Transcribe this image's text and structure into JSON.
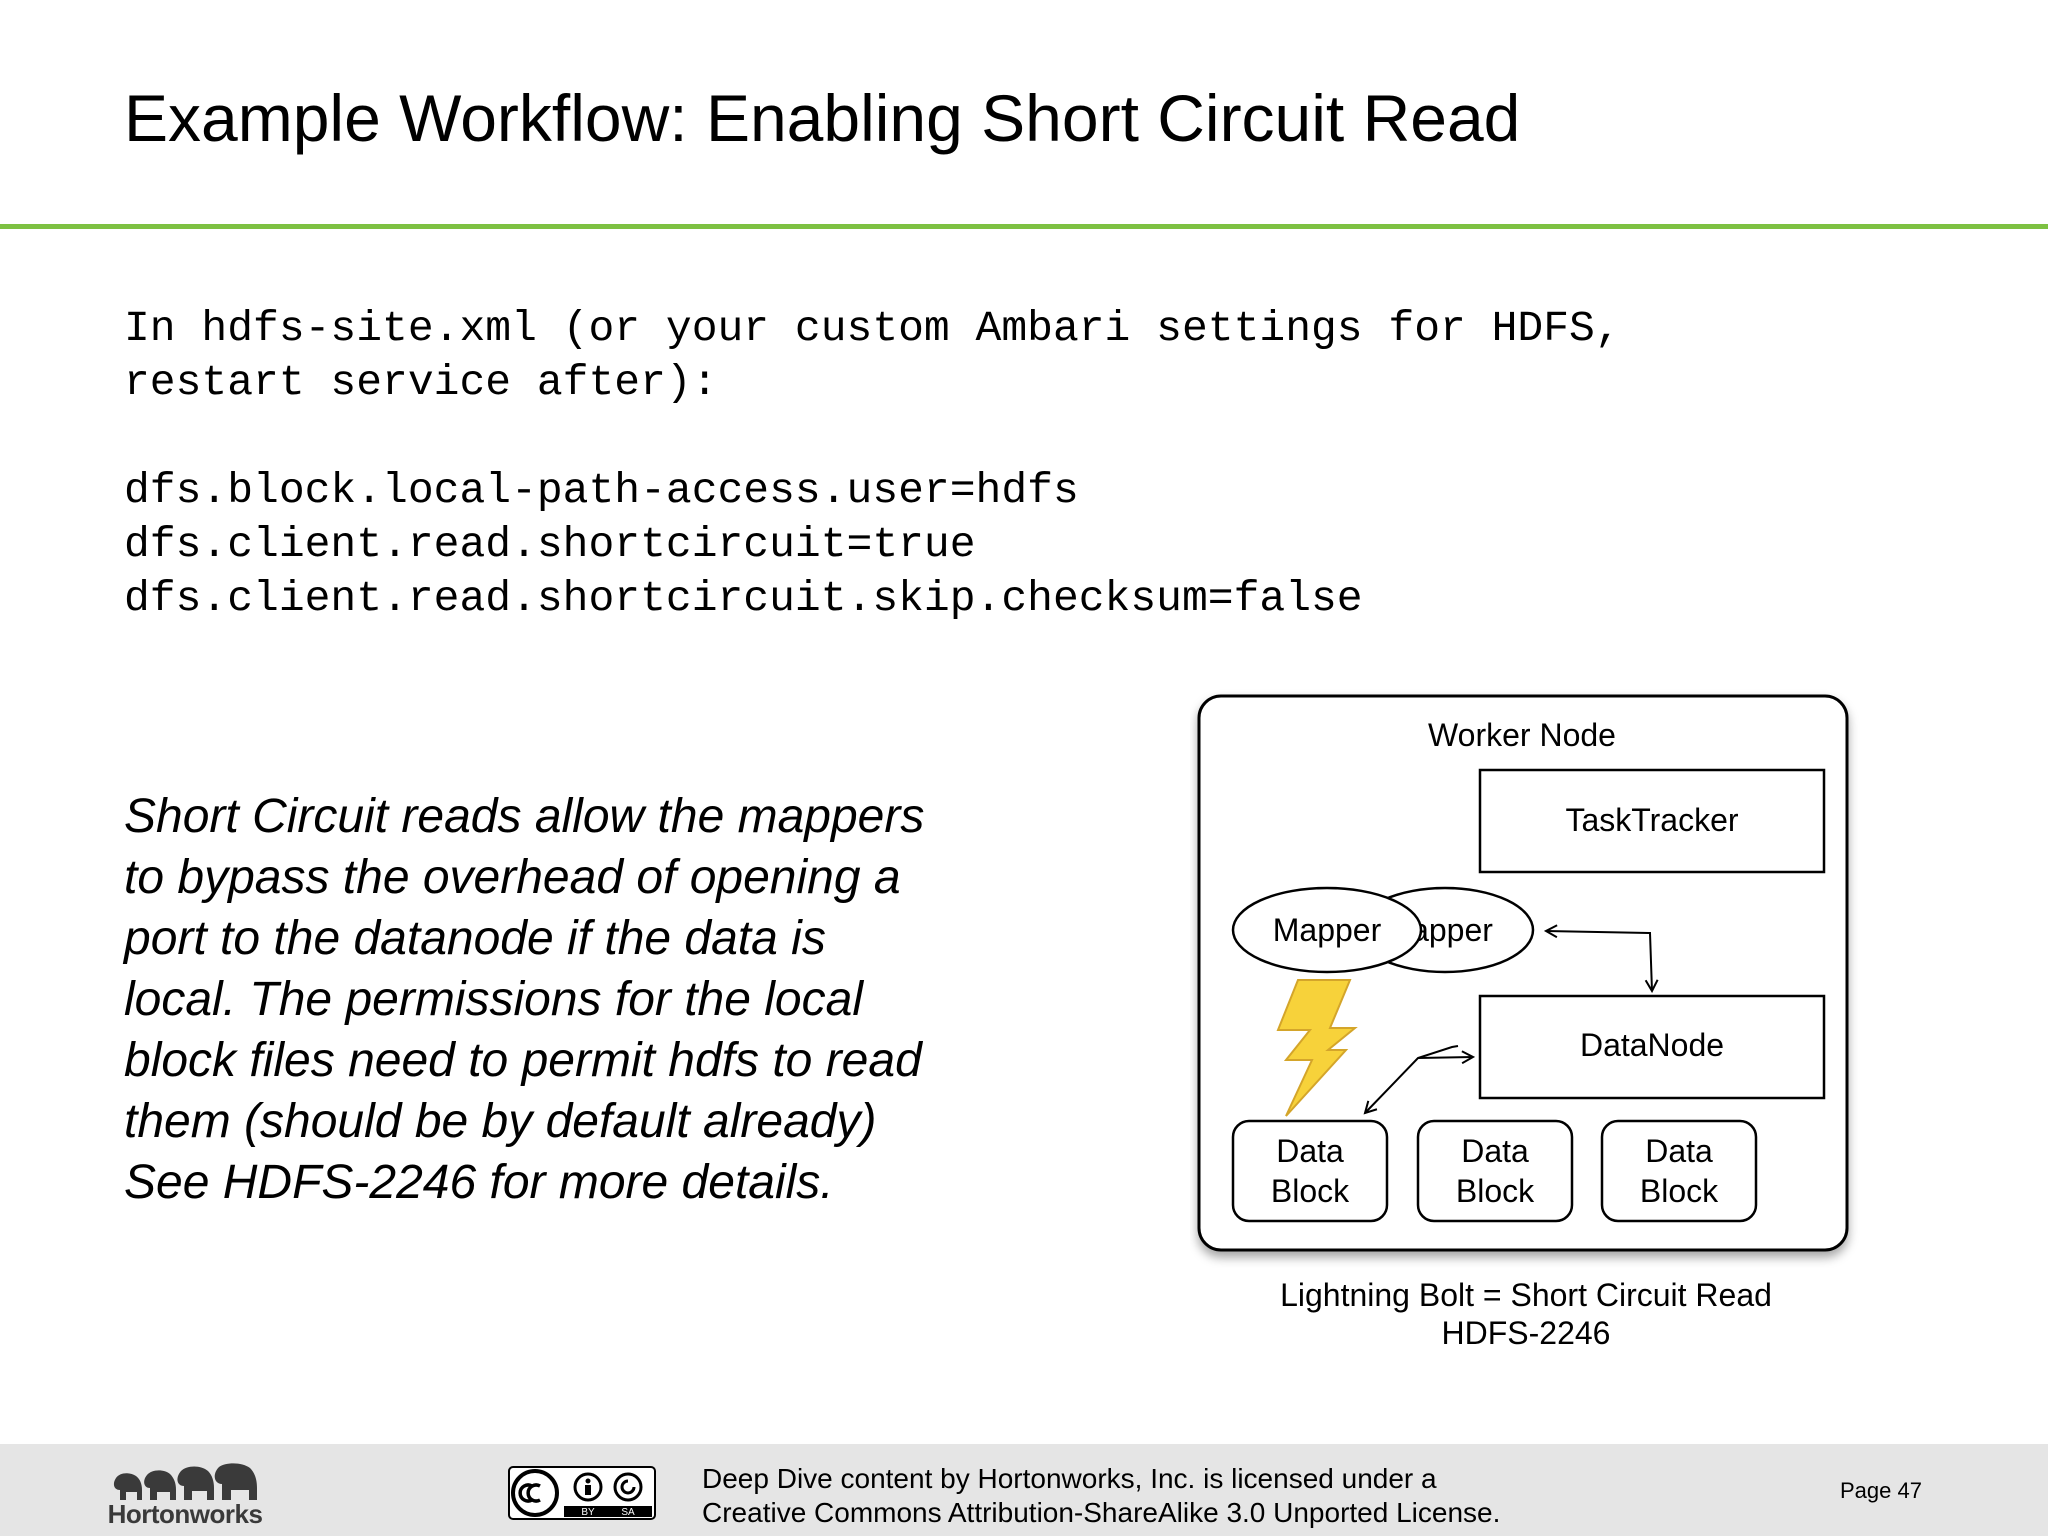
{
  "slide": {
    "title": "Example Workflow: Enabling Short Circuit Read"
  },
  "code": {
    "lines": [
      "In hdfs-site.xml (or your custom Ambari settings for HDFS,",
      "restart service after):",
      "",
      "dfs.block.local-path-access.user=hdfs",
      "dfs.client.read.shortcircuit=true",
      "dfs.client.read.shortcircuit.skip.checksum=false"
    ]
  },
  "description": {
    "lines": [
      "Short Circuit reads allow the mappers",
      "to bypass the overhead of opening a",
      "port to the datanode if the data is",
      "local. The permissions for the local",
      "block files need to permit hdfs to read",
      "them (should be by default already)",
      "See HDFS-2246 for more details."
    ]
  },
  "diagram": {
    "container_label": "Worker Node",
    "tasktracker_label": "TaskTracker",
    "mapper_front_label": "Mapper",
    "mapper_back_label": "apper",
    "datanode_label": "DataNode",
    "blocks": [
      {
        "line1": "Data",
        "line2": "Block"
      },
      {
        "line1": "Data",
        "line2": "Block"
      },
      {
        "line1": "Data",
        "line2": "Block"
      }
    ],
    "caption_line1": "Lightning Bolt = Short Circuit Read",
    "caption_line2": "HDFS-2246",
    "bolt_color": "#f7d23a"
  },
  "footer": {
    "logo_text": "Hortonworks",
    "cc_labels": {
      "by": "BY",
      "sa": "SA"
    },
    "license_line1": "Deep Dive content by Hortonworks, Inc. is licensed under a",
    "license_line2": "Creative Commons Attribution-ShareAlike 3.0 Unported License.",
    "page_label": "Page 47"
  },
  "colors": {
    "accent_green": "#7dc142",
    "footer_bg": "#e5e5e5",
    "text": "#000000"
  }
}
